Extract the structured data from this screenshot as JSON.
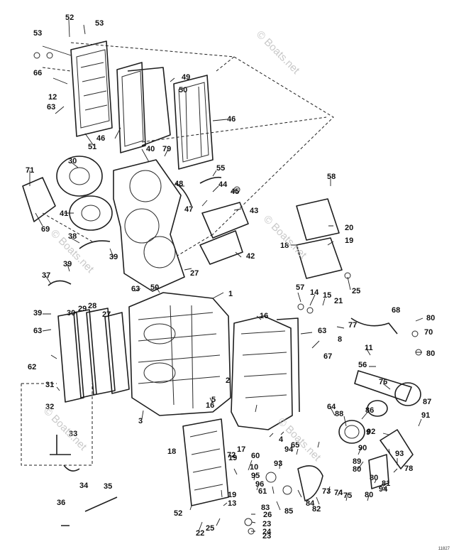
{
  "callouts": [
    {
      "label": "52"
    },
    {
      "label": "53"
    },
    {
      "label": "53"
    },
    {
      "label": "66"
    },
    {
      "label": "12"
    },
    {
      "label": "63"
    },
    {
      "label": "51"
    },
    {
      "label": "46"
    },
    {
      "label": "49"
    },
    {
      "label": "50"
    },
    {
      "label": "46"
    },
    {
      "label": "40"
    },
    {
      "label": "79"
    },
    {
      "label": "30"
    },
    {
      "label": "71"
    },
    {
      "label": "41"
    },
    {
      "label": "69"
    },
    {
      "label": "48"
    },
    {
      "label": "55"
    },
    {
      "label": "44"
    },
    {
      "label": "45"
    },
    {
      "label": "47"
    },
    {
      "label": "43"
    },
    {
      "label": "58"
    },
    {
      "label": "20"
    },
    {
      "label": "18"
    },
    {
      "label": "19"
    },
    {
      "label": "38"
    },
    {
      "label": "39"
    },
    {
      "label": "39"
    },
    {
      "label": "42"
    },
    {
      "label": "27"
    },
    {
      "label": "37"
    },
    {
      "label": "25"
    },
    {
      "label": "57"
    },
    {
      "label": "14"
    },
    {
      "label": "15"
    },
    {
      "label": "21"
    },
    {
      "label": "63"
    },
    {
      "label": "50"
    },
    {
      "label": "1"
    },
    {
      "label": "39"
    },
    {
      "label": "30"
    },
    {
      "label": "29"
    },
    {
      "label": "28"
    },
    {
      "label": "27"
    },
    {
      "label": "16"
    },
    {
      "label": "80"
    },
    {
      "label": "68"
    },
    {
      "label": "70"
    },
    {
      "label": "63"
    },
    {
      "label": "63"
    },
    {
      "label": "77"
    },
    {
      "label": "8"
    },
    {
      "label": "11"
    },
    {
      "label": "80"
    },
    {
      "label": "62"
    },
    {
      "label": "67"
    },
    {
      "label": "56"
    },
    {
      "label": "31"
    },
    {
      "label": "76"
    },
    {
      "label": "2"
    },
    {
      "label": "87"
    },
    {
      "label": "32"
    },
    {
      "label": "16"
    },
    {
      "label": "5"
    },
    {
      "label": "3"
    },
    {
      "label": "64"
    },
    {
      "label": "88"
    },
    {
      "label": "86"
    },
    {
      "label": "9"
    },
    {
      "label": "91"
    },
    {
      "label": "33"
    },
    {
      "label": "4"
    },
    {
      "label": "18"
    },
    {
      "label": "72"
    },
    {
      "label": "17"
    },
    {
      "label": "60"
    },
    {
      "label": "94"
    },
    {
      "label": "65"
    },
    {
      "label": "90"
    },
    {
      "label": "92"
    },
    {
      "label": "93"
    },
    {
      "label": "78"
    },
    {
      "label": "19"
    },
    {
      "label": "10"
    },
    {
      "label": "89"
    },
    {
      "label": "80"
    },
    {
      "label": "93"
    },
    {
      "label": "95"
    },
    {
      "label": "96"
    },
    {
      "label": "34"
    },
    {
      "label": "35"
    },
    {
      "label": "61"
    },
    {
      "label": "80"
    },
    {
      "label": "81"
    },
    {
      "label": "94"
    },
    {
      "label": "73"
    },
    {
      "label": "74"
    },
    {
      "label": "75"
    },
    {
      "label": "19"
    },
    {
      "label": "85"
    },
    {
      "label": "84"
    },
    {
      "label": "82"
    },
    {
      "label": "83"
    },
    {
      "label": "80"
    },
    {
      "label": "36"
    },
    {
      "label": "13"
    },
    {
      "label": "26"
    },
    {
      "label": "52"
    },
    {
      "label": "23"
    },
    {
      "label": "24"
    },
    {
      "label": "22"
    },
    {
      "label": "25"
    },
    {
      "label": "23"
    }
  ],
  "watermark": "© Boats.net",
  "drawing_code": "11827"
}
